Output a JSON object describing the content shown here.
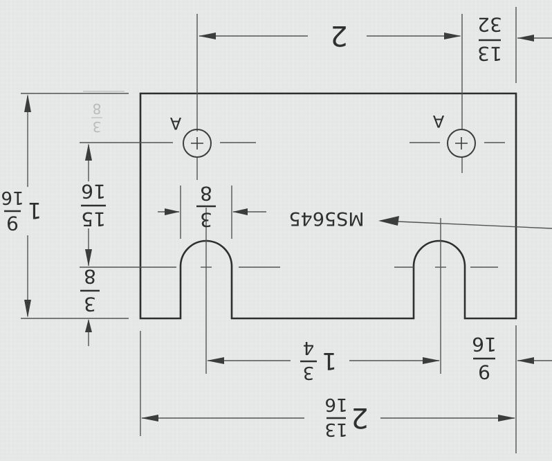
{
  "drawing": {
    "orientation": "rotated-180",
    "part_number": "MS5645",
    "hole_label": "A",
    "dimensions": {
      "hole_spacing": "2",
      "top_offset": {
        "num": "13",
        "den": "32"
      },
      "height": {
        "whole": "1",
        "num": "9",
        "den": "16"
      },
      "hole_to_slot": {
        "num": "15",
        "den": "16"
      },
      "slot_depth": {
        "num": "3",
        "den": "8"
      },
      "slot_width": {
        "num": "3",
        "den": "8"
      },
      "slot_spacing": {
        "whole": "1",
        "num": "3",
        "den": "4"
      },
      "edge_offset": {
        "num": "9",
        "den": "16"
      },
      "overall_width": {
        "whole": "2",
        "num": "13",
        "den": "16"
      },
      "faint_note": {
        "num": "3",
        "den": "8"
      }
    }
  }
}
